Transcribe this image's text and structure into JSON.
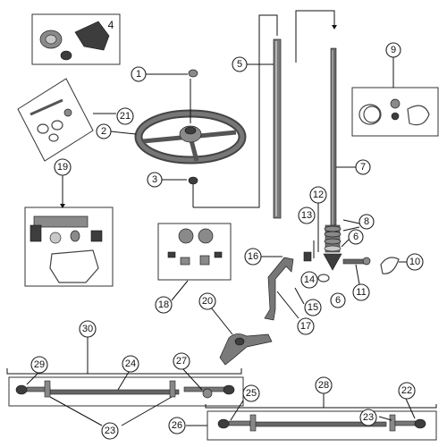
{
  "callouts": [
    {
      "label": "1"
    },
    {
      "label": "2"
    },
    {
      "label": "3"
    },
    {
      "label": "4"
    },
    {
      "label": "5"
    },
    {
      "label": "6"
    },
    {
      "label": "6"
    },
    {
      "label": "7"
    },
    {
      "label": "8"
    },
    {
      "label": "9"
    },
    {
      "label": "10"
    },
    {
      "label": "11"
    },
    {
      "label": "12"
    },
    {
      "label": "13"
    },
    {
      "label": "14"
    },
    {
      "label": "15"
    },
    {
      "label": "16"
    },
    {
      "label": "17"
    },
    {
      "label": "18"
    },
    {
      "label": "19"
    },
    {
      "label": "20"
    },
    {
      "label": "21"
    },
    {
      "label": "22"
    },
    {
      "label": "23"
    },
    {
      "label": "23"
    },
    {
      "label": "24"
    },
    {
      "label": "25"
    },
    {
      "label": "26"
    },
    {
      "label": "27"
    },
    {
      "label": "28"
    },
    {
      "label": "29"
    },
    {
      "label": "30"
    }
  ]
}
